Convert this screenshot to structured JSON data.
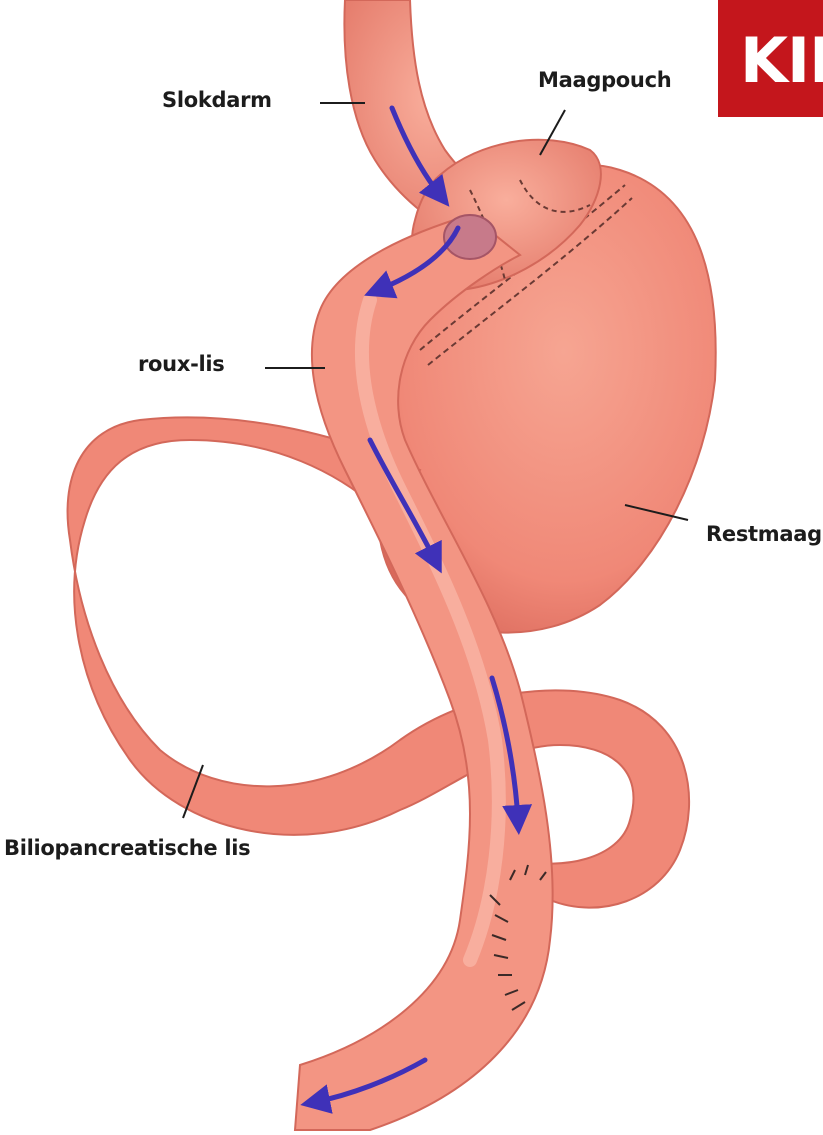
{
  "labels": {
    "slokdarm": "Slokdarm",
    "maagpouch": "Maagpouch",
    "roux_lis": "roux-lis",
    "restmaag": "Restmaag",
    "biliopancreatische_lis": "Biliopancreatische lis"
  },
  "badge": {
    "text": "KIN"
  },
  "colors": {
    "tissue": "#f28e7c",
    "tissue_dark": "#d9675a",
    "tissue_light": "#fbb8a8",
    "arrow": "#3f31b8",
    "badge": "#c4161c"
  }
}
